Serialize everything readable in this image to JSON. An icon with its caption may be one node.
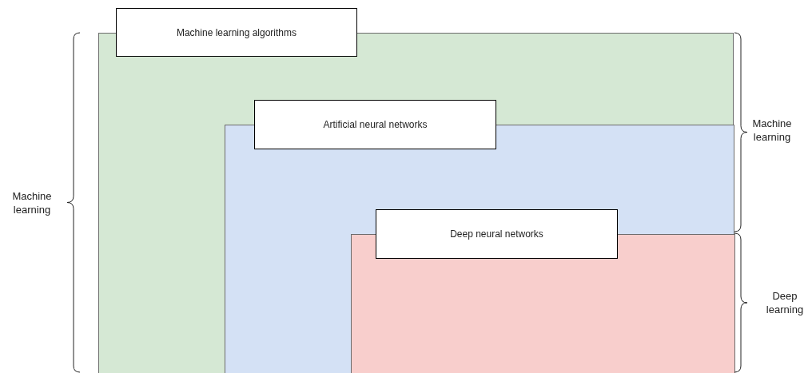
{
  "diagram": {
    "nodes": [
      {
        "text": [
          "Machine learning algorithms"
        ]
      },
      {
        "text": [
          "Artificial neural networks"
        ],
        "in": 0
      },
      {
        "text": [
          "Deep neural networks"
        ],
        "in": 1
      }
    ],
    "labels": [
      "Machine learning",
      "Machine learning",
      "Deep learning"
    ]
  }
}
